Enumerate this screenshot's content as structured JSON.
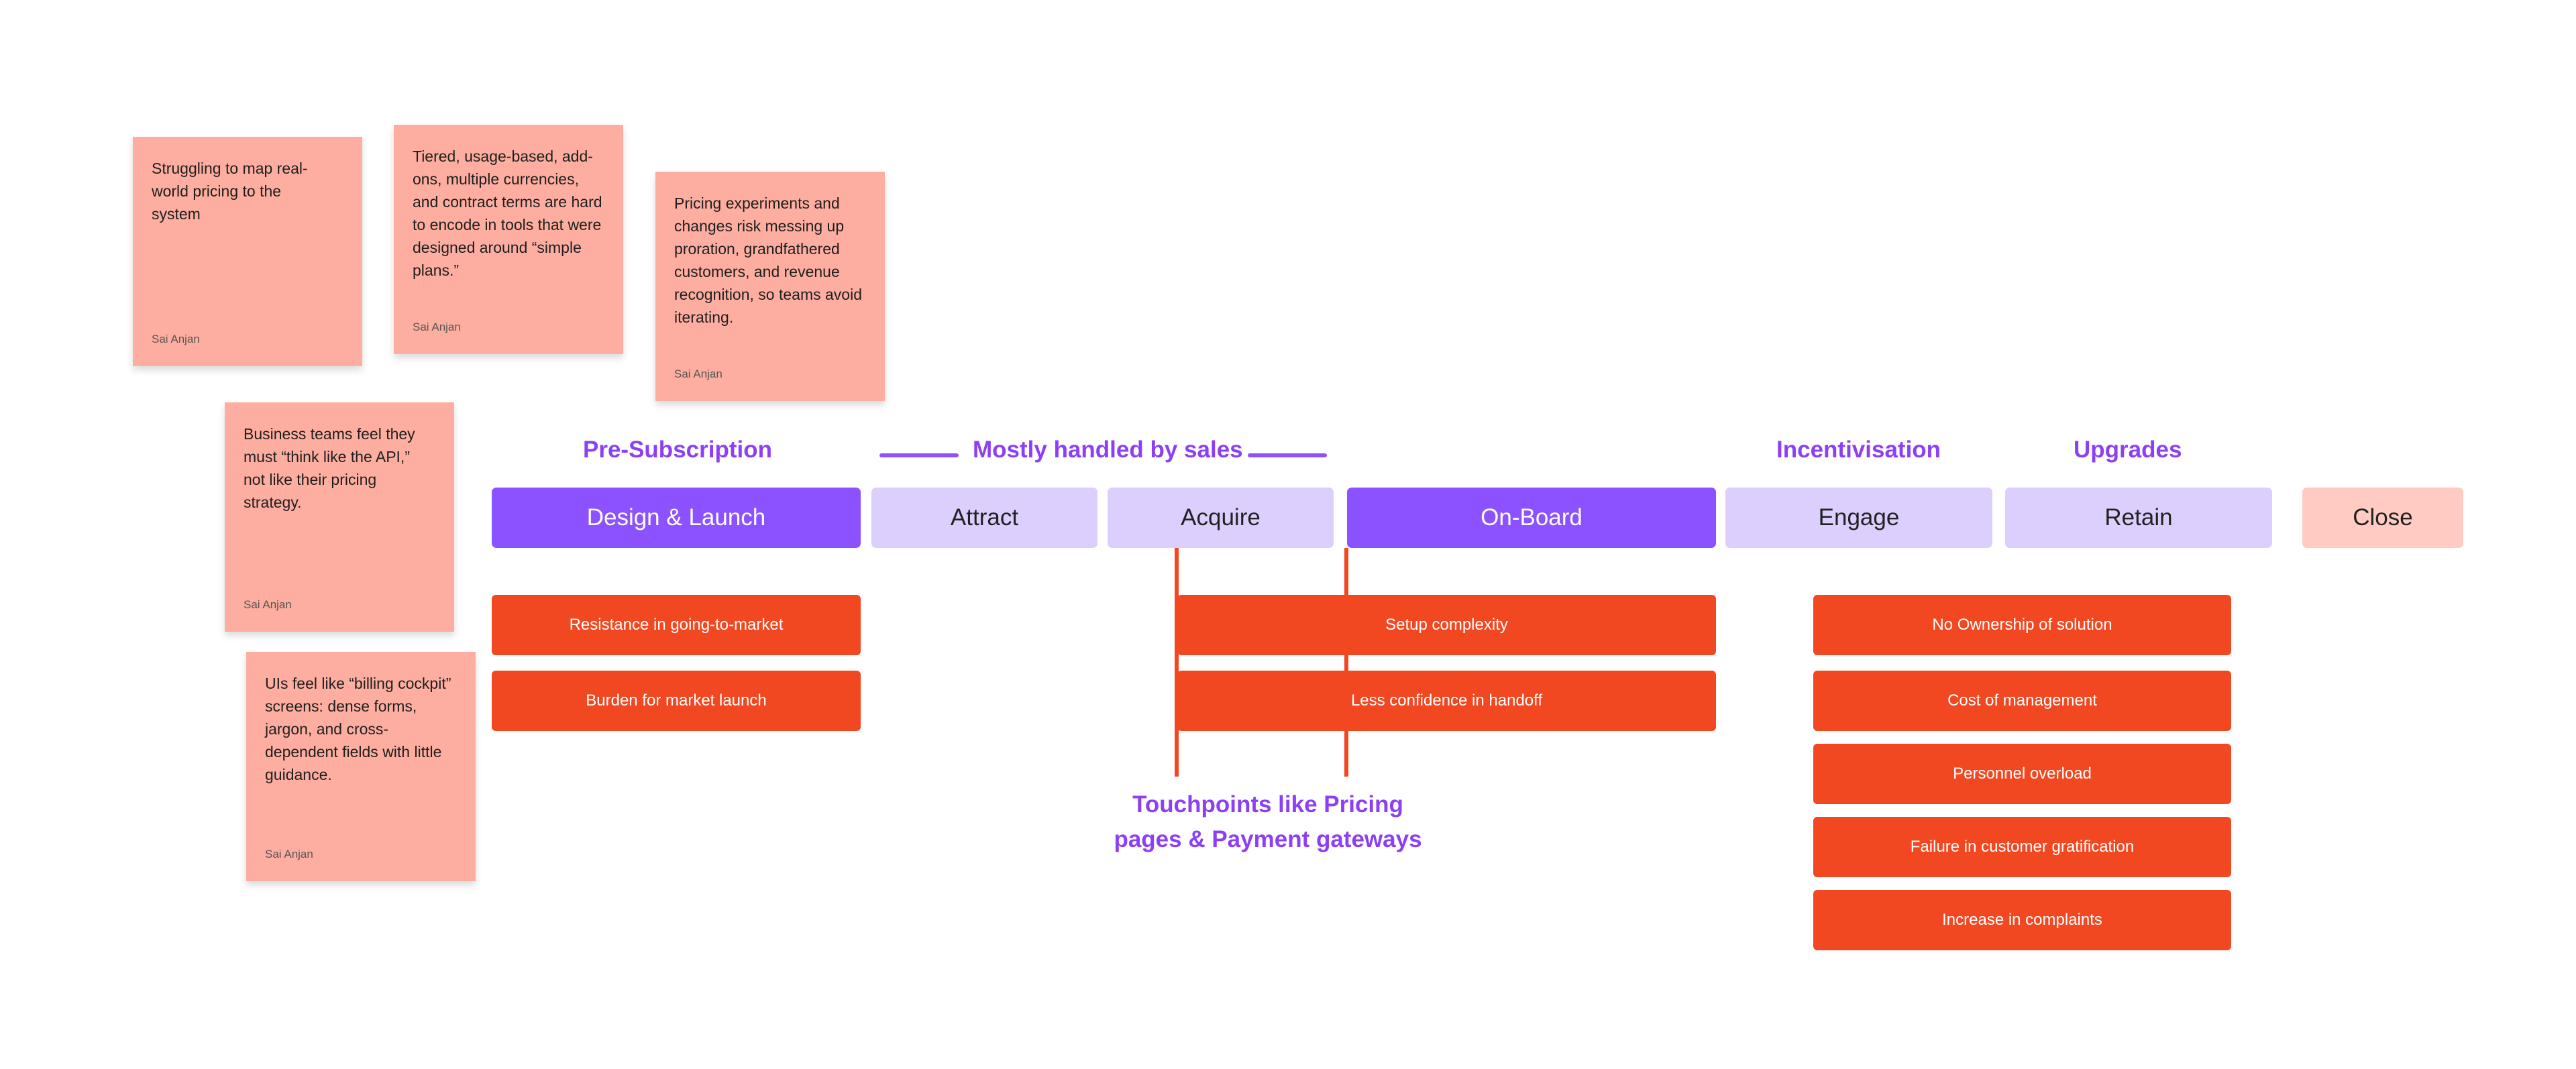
{
  "sticky_notes": [
    {
      "text": "Struggling to map real-world pricing to the system",
      "author": "Sai Anjan"
    },
    {
      "text": "Tiered, usage-based, add-ons, multiple currencies, and contract terms are hard to encode in tools that were designed around “simple plans.”",
      "author": "Sai Anjan"
    },
    {
      "text": "Pricing experiments and changes risk messing up proration, grandfathered customers, and revenue recognition, so teams avoid iterating.",
      "author": "Sai Anjan"
    },
    {
      "text": "Business teams feel they must “think like the API,” not like their pricing strategy.",
      "author": "Sai Anjan"
    },
    {
      "text": "UIs feel like “billing cockpit” screens: dense forms, jargon, and cross-dependent fields with little guidance.",
      "author": "Sai Anjan"
    }
  ],
  "phases": {
    "pre_subscription": "Pre-Subscription",
    "mostly_sales": "Mostly handled by sales",
    "incentivisation": "Incentivisation",
    "upgrades": "Upgrades"
  },
  "stages": {
    "design_launch": "Design & Launch",
    "attract": "Attract",
    "acquire": "Acquire",
    "onboard": "On-Board",
    "engage": "Engage",
    "retain": "Retain",
    "close": "Close"
  },
  "pain_points": {
    "design_launch": [
      "Resistance in going-to-market",
      "Burden for market launch"
    ],
    "acquire_onboard": [
      "Setup complexity",
      "Less confidence in handoff"
    ],
    "engage_retain": [
      "No Ownership of solution",
      "Cost of management",
      "Personnel overload",
      "Failure in customer gratification",
      "Increase in complaints"
    ]
  },
  "touchpoints": {
    "line1": "Touchpoints like Pricing",
    "line2": "pages & Payment gateways"
  },
  "colors": {
    "accent_purple": "#8c52ff",
    "light_purple": "#dccefd",
    "pain_red": "#f24822",
    "sticky_salmon": "#fdaea0",
    "close_pink": "#ffcbc3",
    "label_purple": "#8c3ff5"
  }
}
